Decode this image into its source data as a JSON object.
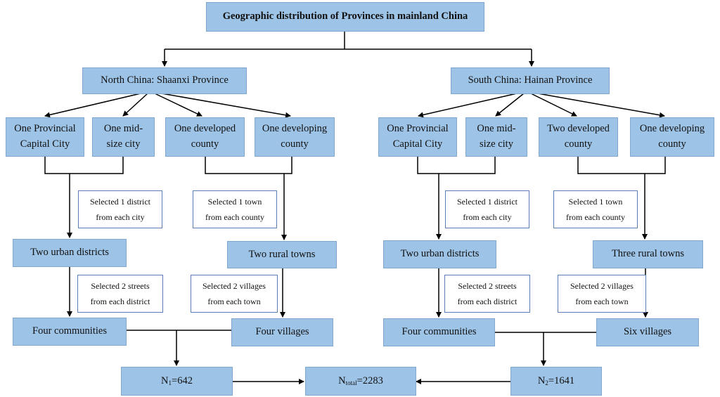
{
  "title": "Geographic distribution of Provinces in mainland China",
  "north": {
    "province": "North China: Shaanxi Province",
    "units": {
      "capital": [
        "One Provincial",
        "Capital City"
      ],
      "midsize": [
        "One mid-",
        "size city"
      ],
      "developed": [
        "One developed",
        "county"
      ],
      "developing": [
        "One developing",
        "county"
      ]
    },
    "note_district": [
      "Selected 1 district",
      "from each city"
    ],
    "note_town": [
      "Selected 1 town",
      "from each county"
    ],
    "urban": "Two urban districts",
    "rural": "Two rural towns",
    "note_streets": [
      "Selected 2 streets",
      "from each district"
    ],
    "note_villages": [
      "Selected 2 villages",
      "from each town"
    ],
    "communities": "Four communities",
    "villages": "Four villages",
    "n_label": "N",
    "n_sub": "1",
    "n_value": "=642"
  },
  "south": {
    "province": "South China: Hainan Province",
    "units": {
      "capital": [
        "One Provincial",
        "Capital City"
      ],
      "midsize": [
        "One mid-",
        "size city"
      ],
      "developed": [
        "Two developed",
        "county"
      ],
      "developing": [
        "One developing",
        "county"
      ]
    },
    "note_district": [
      "Selected 1 district",
      "from each city"
    ],
    "note_town": [
      "Selected 1 town",
      "from each county"
    ],
    "urban": "Two urban districts",
    "rural": "Three rural towns",
    "note_streets": [
      "Selected 2 streets",
      "from each district"
    ],
    "note_villages": [
      "Selected 2 villages",
      "from each town"
    ],
    "communities": "Four communities",
    "villages": "Six villages",
    "n_label": "N",
    "n_sub": "2",
    "n_value": "=1641"
  },
  "total": {
    "n_label": "N",
    "n_sub": "total",
    "n_value": "=2283"
  }
}
